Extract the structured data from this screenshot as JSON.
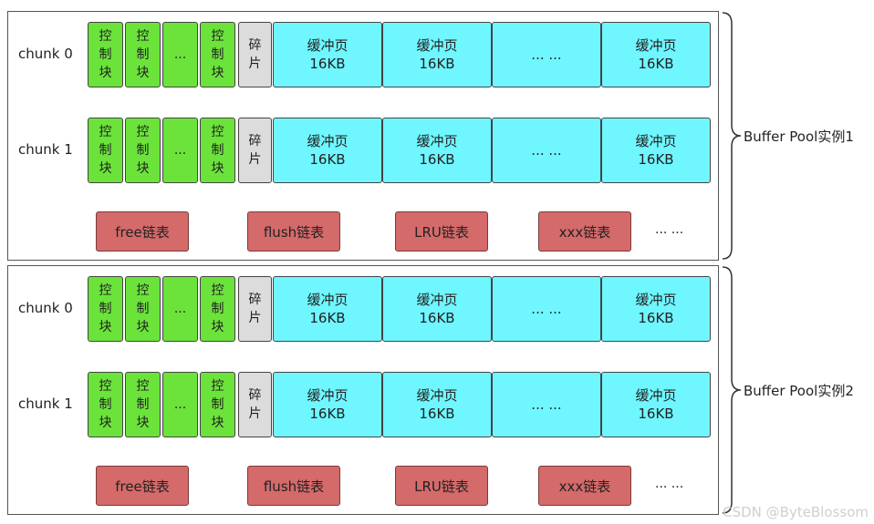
{
  "ctrl_label": "控\n制\n块",
  "ctrl_ellipsis": "...",
  "frag_label": "碎\n片",
  "page_label": "缓冲页\n16KB",
  "page_ellipsis": "... ...",
  "lists": [
    "free链表",
    "flush链表",
    "LRU链表",
    "xxx链表"
  ],
  "lists_more": "... ...",
  "pools": [
    {
      "label": "Buffer Pool实例1",
      "chunks": [
        "chunk 0",
        "chunk 1"
      ]
    },
    {
      "label": "Buffer Pool实例2",
      "chunks": [
        "chunk 0",
        "chunk 1"
      ]
    }
  ],
  "watermark": "CSDN @ByteBlossom"
}
